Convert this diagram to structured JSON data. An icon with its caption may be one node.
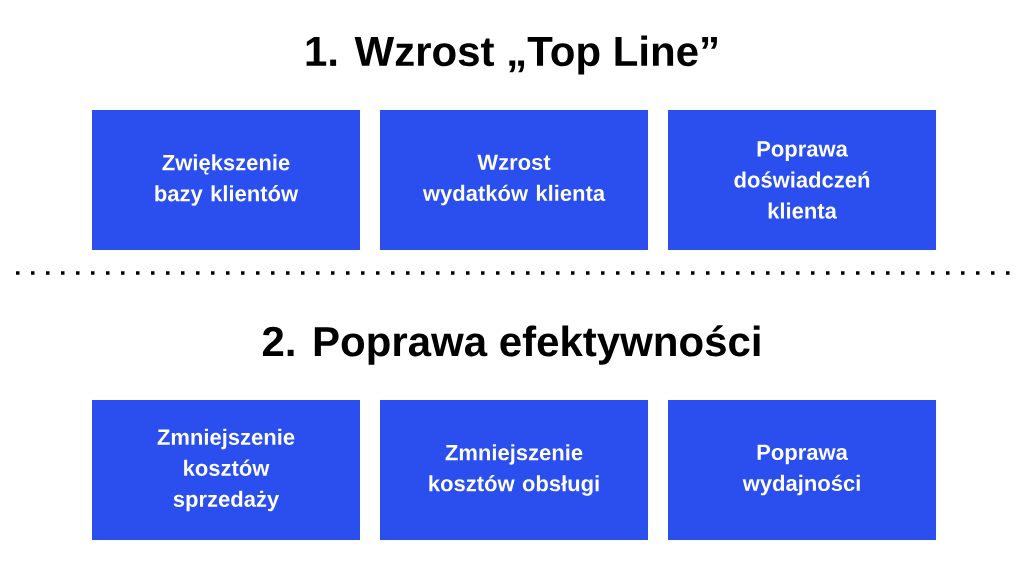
{
  "diagram": {
    "nodes": [
      {
        "text": [
          "Zwiększenie bazy klientów"
        ]
      },
      {
        "text": [
          "Wzrost wydatków klienta"
        ]
      },
      {
        "text": [
          "Poprawa doświadczeń klienta"
        ]
      },
      {
        "text": [
          "Zmniejszenie kosztów sprzedaży"
        ]
      },
      {
        "text": [
          "Zmniejszenie kosztów obsługi"
        ]
      },
      {
        "text": [
          "Poprawa wydajności"
        ]
      }
    ],
    "labels": [
      "1. Wzrost „Top Line”",
      "2. Poprawa efektywności"
    ]
  }
}
